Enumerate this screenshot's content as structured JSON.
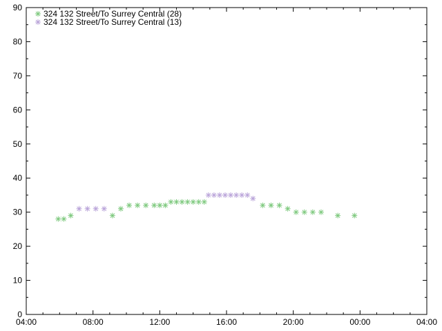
{
  "chart_data": {
    "type": "scatter",
    "title": "",
    "xlabel": "",
    "ylabel": "",
    "xlim": [
      "04:00",
      "28:00"
    ],
    "ylim": [
      0,
      90
    ],
    "x_ticks": [
      "04:00",
      "08:00",
      "12:00",
      "16:00",
      "20:00",
      "00:00",
      "04:00"
    ],
    "y_ticks": [
      0,
      10,
      20,
      30,
      40,
      50,
      60,
      70,
      80,
      90
    ],
    "grid": false,
    "legend": "top-left",
    "series": [
      {
        "name": "324 132 Street/To Surrey Central (28)",
        "color": "#7ec97e",
        "marker": "asterisk",
        "points": [
          [
            "05:55",
            28
          ],
          [
            "06:15",
            28
          ],
          [
            "06:40",
            29
          ],
          [
            "09:10",
            29
          ],
          [
            "09:40",
            31
          ],
          [
            "10:10",
            32
          ],
          [
            "10:40",
            32
          ],
          [
            "11:10",
            32
          ],
          [
            "11:40",
            32
          ],
          [
            "12:00",
            32
          ],
          [
            "12:20",
            32
          ],
          [
            "12:40",
            33
          ],
          [
            "13:00",
            33
          ],
          [
            "13:20",
            33
          ],
          [
            "13:40",
            33
          ],
          [
            "14:00",
            33
          ],
          [
            "14:20",
            33
          ],
          [
            "14:40",
            33
          ],
          [
            "18:10",
            32
          ],
          [
            "18:40",
            32
          ],
          [
            "19:10",
            32
          ],
          [
            "19:40",
            31
          ],
          [
            "20:10",
            30
          ],
          [
            "20:40",
            30
          ],
          [
            "21:10",
            30
          ],
          [
            "21:40",
            30
          ],
          [
            "22:40",
            29
          ],
          [
            "23:40",
            29
          ]
        ]
      },
      {
        "name": "324 132 Street/To Surrey Central (13)",
        "color": "#b9a3d9",
        "marker": "asterisk",
        "points": [
          [
            "07:10",
            31
          ],
          [
            "07:40",
            31
          ],
          [
            "08:10",
            31
          ],
          [
            "08:40",
            31
          ],
          [
            "14:55",
            35
          ],
          [
            "15:15",
            35
          ],
          [
            "15:35",
            35
          ],
          [
            "15:55",
            35
          ],
          [
            "16:15",
            35
          ],
          [
            "16:35",
            35
          ],
          [
            "16:55",
            35
          ],
          [
            "17:15",
            35
          ],
          [
            "17:35",
            34
          ]
        ]
      }
    ]
  }
}
